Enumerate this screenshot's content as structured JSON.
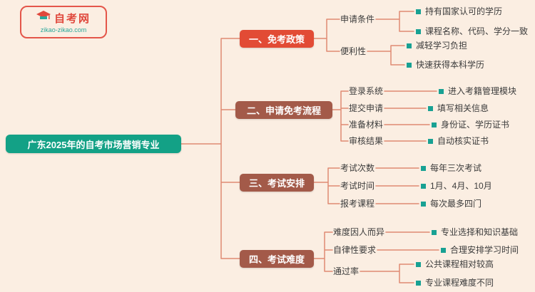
{
  "logo": {
    "title": "自考网",
    "url": "zikao-zikao.com"
  },
  "root": {
    "label": "广东2025年的自考市场营销专业"
  },
  "branches": [
    {
      "label": "一、免考政策",
      "children": [
        {
          "label": "申请条件",
          "leaves": [
            "持有国家认可的学历",
            "课程名称、代码、学分一致"
          ]
        },
        {
          "label": "便利性",
          "leaves": [
            "减轻学习负担",
            "快速获得本科学历"
          ]
        }
      ]
    },
    {
      "label": "二、申请免考流程",
      "children": [
        {
          "label": "登录系统",
          "leaves": [
            "进入考籍管理模块"
          ]
        },
        {
          "label": "提交申请",
          "leaves": [
            "填写相关信息"
          ]
        },
        {
          "label": "准备材料",
          "leaves": [
            "身份证、学历证书"
          ]
        },
        {
          "label": "审核结果",
          "leaves": [
            "自动核实证书"
          ]
        }
      ]
    },
    {
      "label": "三、考试安排",
      "children": [
        {
          "label": "考试次数",
          "leaves": [
            "每年三次考试"
          ]
        },
        {
          "label": "考试时间",
          "leaves": [
            "1月、4月、10月"
          ]
        },
        {
          "label": "报考课程",
          "leaves": [
            "每次最多四门"
          ]
        }
      ]
    },
    {
      "label": "四、考试难度",
      "children": [
        {
          "label": "难度因人而异",
          "leaves": [
            "专业选择和知识基础"
          ]
        },
        {
          "label": "自律性要求",
          "leaves": [
            "合理安排学习时间"
          ]
        },
        {
          "label": "通过率",
          "leaves": [
            "公共课程相对较高",
            "专业课程难度不同"
          ]
        }
      ]
    }
  ],
  "colors": {
    "background": "#fbeee2",
    "root": "#13a186",
    "branch_primary": "#e24b35",
    "branch_secondary": "#a35a49",
    "connector": "#e08a72",
    "bullet": "#18a193",
    "logo_red": "#e0483c",
    "logo_teal": "#2ba89b"
  }
}
